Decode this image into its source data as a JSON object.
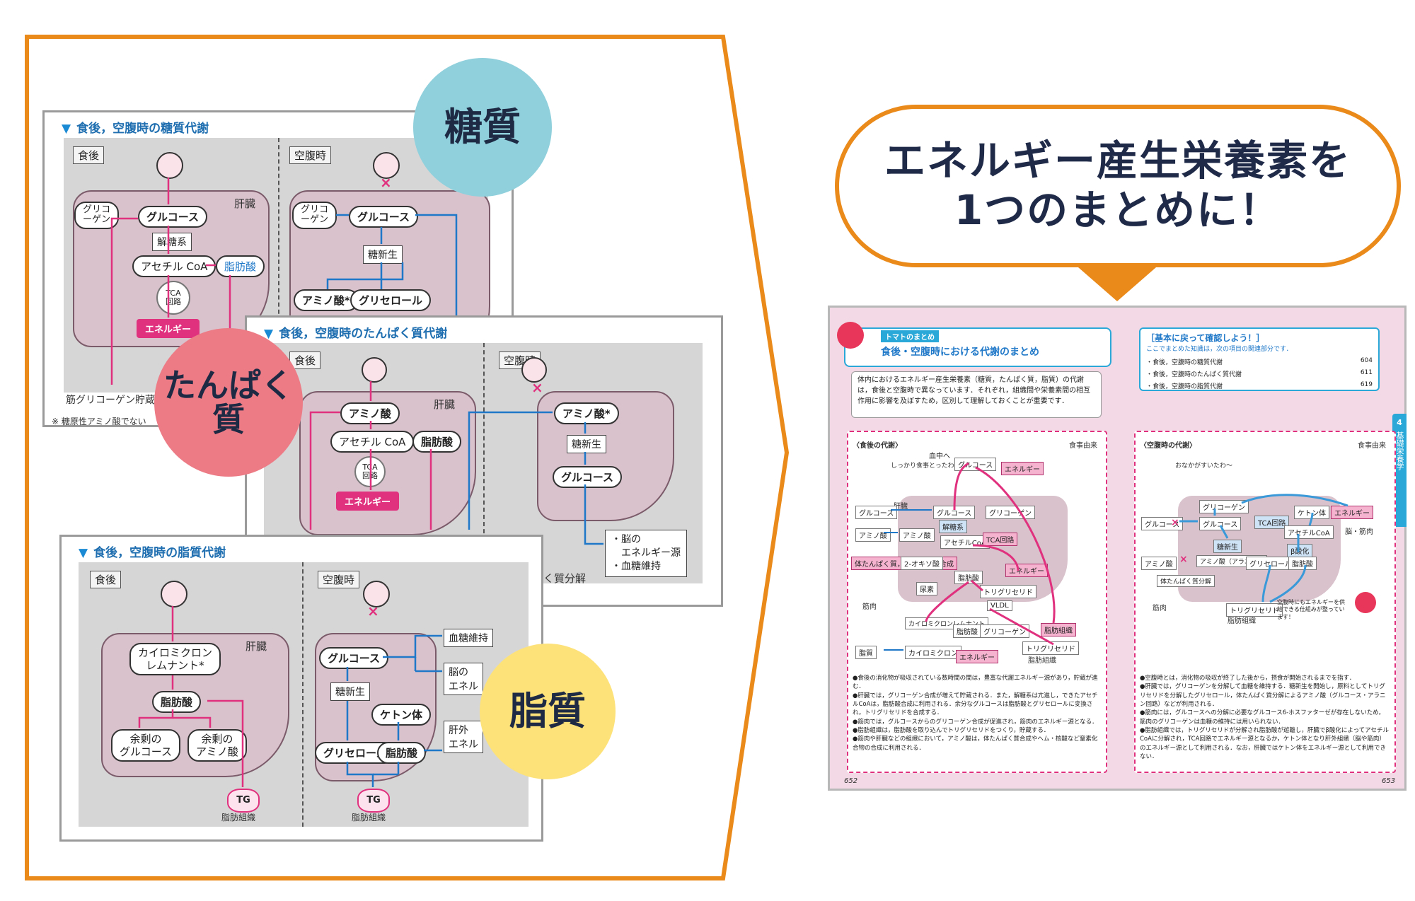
{
  "colors": {
    "orange": "#ea8a1a",
    "blue_bubble": "#8fd0dc",
    "pink_bubble": "#ec7b86",
    "yellow_bubble": "#fde27a",
    "magenta": "#e0317e",
    "blue": "#1f78c8",
    "liver": "#d9c2cc"
  },
  "bubbles": {
    "carb": "糖質",
    "protein_l1": "たんぱく",
    "protein_l2": "質",
    "fat": "脂質"
  },
  "headline": {
    "line1": "エネルギー産生栄養素を",
    "line2": "1つのまとめに！"
  },
  "carb_panel": {
    "title": "食後，空腹時の糖質代謝",
    "fed": "食後",
    "fasting": "空腹時",
    "liver": "肝臓",
    "glycogen": "グリコ\nーゲン",
    "glucose": "グルコース",
    "glycolysis": "解糖系",
    "acetyl": "アセチル CoA",
    "fatty_acid": "脂肪酸",
    "tca": "TCA\n回路",
    "energy": "エネルギー",
    "muscle": "筋グリコーゲン貯蔵",
    "f_glycogen": "グリコ\nーゲン",
    "f_glucose": "グルコース",
    "gluconeo": "糖新生",
    "amino": "アミノ酸*",
    "glycerol": "グリセロール",
    "note": "※ 糖原性アミノ酸でない"
  },
  "protein_panel": {
    "title": "食後，空腹時のたんぱく質代謝",
    "fed": "食後",
    "fasting": "空腹時",
    "liver": "肝臓",
    "amino": "アミノ酸",
    "acetyl": "アセチル CoA",
    "fatty_acid": "脂肪酸",
    "tca": "TCA\n回路",
    "energy": "エネルギー",
    "f_amino": "アミノ酸*",
    "gluconeo": "糖新生",
    "f_glucose": "グルコース",
    "out1": "・脳の",
    "out2": "　エネルギー源",
    "out3": "・血糖維持",
    "breakdown": "ぱく質分解"
  },
  "fat_panel": {
    "title": "食後，空腹時の脂質代謝",
    "fed": "食後",
    "fasting": "空腹時",
    "liver": "肝臓",
    "chylo": "カイロミクロン\nレムナント*",
    "fatty_acid": "脂肪酸",
    "excess_glucose": "余剰の\nグルコース",
    "excess_amino": "余剰の\nアミノ酸",
    "tg": "TG",
    "adipose": "脂肪組織",
    "f_glucose": "グルコース",
    "gluconeo": "糖新生",
    "ketone": "ケトン体",
    "glycerol": "グリセロール",
    "f_fatty_acid": "脂肪酸",
    "blood": "血糖維持",
    "brain": "脳の\nエネル",
    "outside": "肝外\nエネル",
    "f_tg": "TG",
    "f_adipose": "脂肪組織"
  },
  "spread": {
    "badge": "トマトのまとめ",
    "title": "食後・空腹時における代謝のまとめ",
    "intro": "体内におけるエネルギー産生栄養素（糖質，たんぱく質，脂質）の代謝は，食後と空腹時で異なっています．それぞれ，組織間や栄養素間の相互作用に影響を及ぼすため，区別して理解しておくことが重要です．",
    "review_title": "［基本に戻って確認しよう！］",
    "review_sub": "ここでまとめた知識は，次の項目の関連部分です．",
    "review": [
      {
        "label": "・食後，空腹時の糖質代謝",
        "page": "604"
      },
      {
        "label": "・食後，空腹時のたんぱく質代謝",
        "page": "611"
      },
      {
        "label": "・食後，空腹時の脂質代謝",
        "page": "619"
      }
    ],
    "side_num": "4",
    "side_label": "基礎栄養学",
    "fed_title": "〈食後の代謝〉",
    "fasting_title": "〈空腹時の代謝〉",
    "legend": "食事由来",
    "fed_speech": "しっかり食事とったわよ〜",
    "fast_speech": "おなかがすいたわ〜",
    "fed_nodes": [
      "血中へ",
      "グルコース",
      "エネルギー",
      "肝臓",
      "グルコース",
      "グルコース",
      "グリコーゲン",
      "アミノ酸",
      "アミノ酸",
      "解糖系",
      "アセチルCoA",
      "TCA回路",
      "体たんぱく質，ヘム，核酸合成",
      "2-オキソ酸",
      "エネルギー",
      "尿素",
      "脂肪酸",
      "トリグリセリド",
      "VLDL",
      "筋肉",
      "カイロミクロンレムナント",
      "脂肪酸",
      "グリコーゲン",
      "脂肪組織",
      "脂質",
      "カイロミクロン",
      "エネルギー",
      "トリグリセリド",
      "脂肪組織"
    ],
    "fast_nodes": [
      "グリコーゲン",
      "ケトン体",
      "エネルギー",
      "グルコース",
      "グルコース",
      "TCA回路",
      "アセチルCoA",
      "糖新生",
      "β酸化",
      "アミノ酸",
      "アミノ酸（アラニン）",
      "グリセロール",
      "脂肪酸",
      "体たんぱく質分解",
      "筋肉",
      "脳・筋肉",
      "トリグリセリド",
      "脂肪組織",
      "空腹時にもエネルギーを供給できる仕組みが整っています！"
    ],
    "fed_notes": "●食後の消化物が吸収されている数時間の間は，豊富な代謝エネルギー源があり，貯蔵が進む．\n●肝臓では，グリコーゲン合成が増えて貯蔵される．また，解糖系は亢進し，できたアセチルCoAは，脂肪酸合成に利用される．余分なグルコースは脂肪酸とグリセロールに変換され，トリグリセリドを合成する．\n●筋肉では，グルコースからのグリコーゲン合成が促進され，筋肉のエネルギー源となる．\n●脂肪組織は，脂肪酸を取り込んでトリグリセリドをつくり，貯蔵する．\n●筋肉や肝臓などの組織において，アミノ酸は，体たんぱく質合成やヘム・核酸など窒素化合物の合成に利用される．",
    "fast_notes": "●空腹時とは，消化物の吸収が終了した後から，摂食が開始されるまでを指す．\n●肝臓では，グリコーゲンを分解して血糖を維持する．糖新生を開始し，原料としてトリグリセリドを分解したグリセロール，体たんぱく質分解によるアミノ酸（グルコース・アラニン回路）などが利用される．\n●筋肉には，グルコースへの分解に必要なグルコース6-ホスファターゼが存在しないため，筋肉のグリコーゲンは血糖の維持には用いられない．\n●脂肪組織では，トリグリセリドが分解され脂肪酸が遊離し，肝臓でβ酸化によってアセチルCoAに分解され，TCA回路でエネルギー源となるか，ケトン体となり肝外組織（脳や筋肉）のエネルギー源として利用される．なお，肝臓ではケトン体をエネルギー源として利用できない．",
    "page_left": "652",
    "page_right": "653"
  }
}
